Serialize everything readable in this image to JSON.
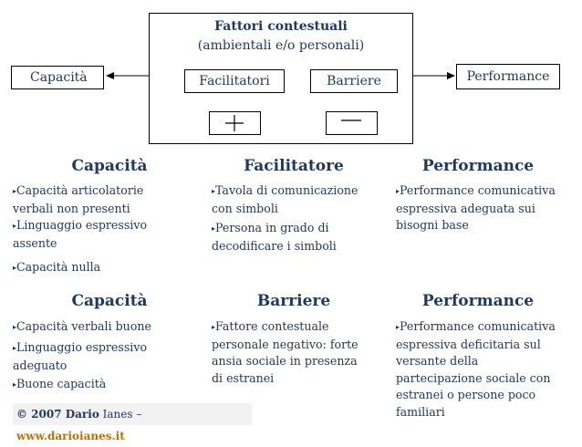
{
  "top": {
    "context_title": "Fattori contestuali",
    "context_subtitle": "(ambientali e/o personali)",
    "capacita_label": "Capacità",
    "facilitatori_label": "Facilitatori",
    "barriere_label": "Barriere",
    "performance_label": "Performance",
    "plus_symbol": "+",
    "minus_symbol": "−"
  },
  "row1": {
    "col1": {
      "title": "Capacità",
      "items": [
        "Capacità articolatorie verbali non presenti",
        "Linguaggio espressivo assente",
        "Capacità nulla"
      ]
    },
    "col2": {
      "title": "Facilitatore",
      "items": [
        "Tavola di comunicazione con simboli",
        "Persona in grado di decodificare i simboli"
      ]
    },
    "col3": {
      "title": "Performance",
      "items": [
        "Performance comunicativa espressiva adeguata sui bisogni base"
      ]
    }
  },
  "row2": {
    "col1": {
      "title": "Capacità",
      "items": [
        "Capacità verbali buone",
        "Linguaggio espressivo adeguato",
        "Buone capacità"
      ]
    },
    "col2": {
      "title": "Barriere",
      "items": [
        "Fattore contestuale personale negativo: forte ansia sociale in presenza di estranei"
      ]
    },
    "col3": {
      "title": "Performance",
      "items": [
        "Performance comunicativa espressiva deficitaria sul versante della partecipazione sociale con estranei o persone poco familiari"
      ]
    }
  },
  "bullet": "▸",
  "footer": {
    "copyright": "© 2007 Dario",
    "name": " Ianes – ",
    "url": "www.darioianes.it"
  }
}
